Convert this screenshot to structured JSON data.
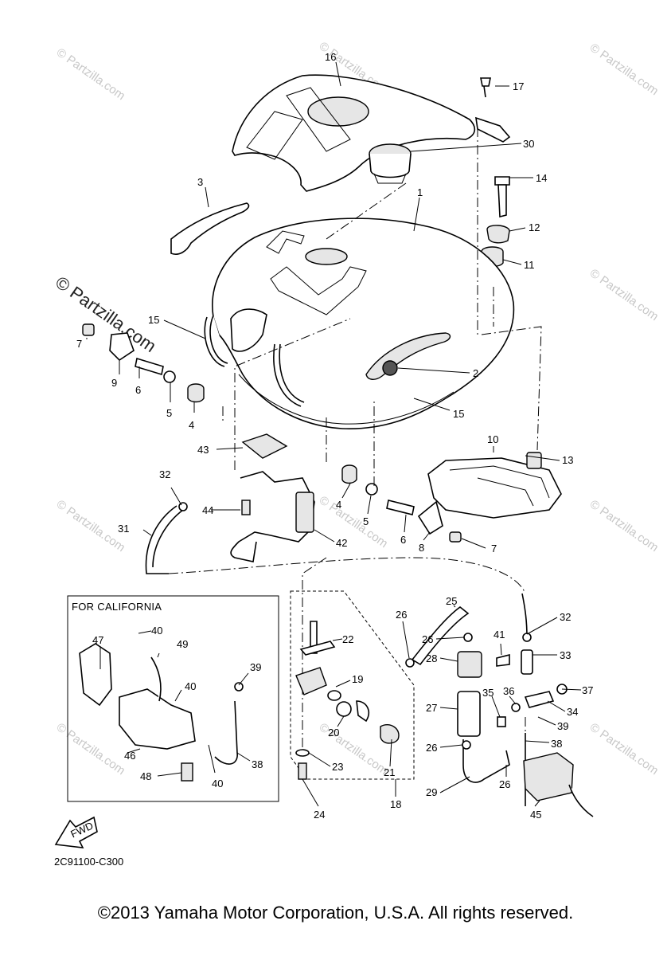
{
  "diagram": {
    "inset_title": "FOR CALIFORNIA",
    "diagram_code": "2C91100-C300",
    "fwd_label": "FWD",
    "copyright": "©2013 Yamaha Motor Corporation, U.S.A. All rights reserved.",
    "watermark_main": "© Partzilla.com",
    "watermark_small": "© Partzilla.com"
  },
  "callouts": {
    "c1": "1",
    "c2": "2",
    "c3": "3",
    "c4a": "4",
    "c4b": "4",
    "c5a": "5",
    "c5b": "5",
    "c6a": "6",
    "c6b": "6",
    "c7a": "7",
    "c7b": "7",
    "c8": "8",
    "c9": "9",
    "c10": "10",
    "c11": "11",
    "c12": "12",
    "c13": "13",
    "c14": "14",
    "c15a": "15",
    "c15b": "15",
    "c16": "16",
    "c17": "17",
    "c18": "18",
    "c19": "19",
    "c20": "20",
    "c21": "21",
    "c22": "22",
    "c23": "23",
    "c24": "24",
    "c25": "25",
    "c26a": "26",
    "c26b": "26",
    "c26c": "26",
    "c26d": "26",
    "c27": "27",
    "c28": "28",
    "c29": "29",
    "c30": "30",
    "c31": "31",
    "c32a": "32",
    "c32b": "32",
    "c33": "33",
    "c34": "34",
    "c35": "35",
    "c36": "36",
    "c37": "37",
    "c38a": "38",
    "c38b": "38",
    "c39a": "39",
    "c39b": "39",
    "c40a": "40",
    "c40b": "40",
    "c40c": "40",
    "c41": "41",
    "c42": "42",
    "c43": "43",
    "c44": "44",
    "c45": "45",
    "c46": "46",
    "c47": "47",
    "c48": "48",
    "c49": "49"
  }
}
